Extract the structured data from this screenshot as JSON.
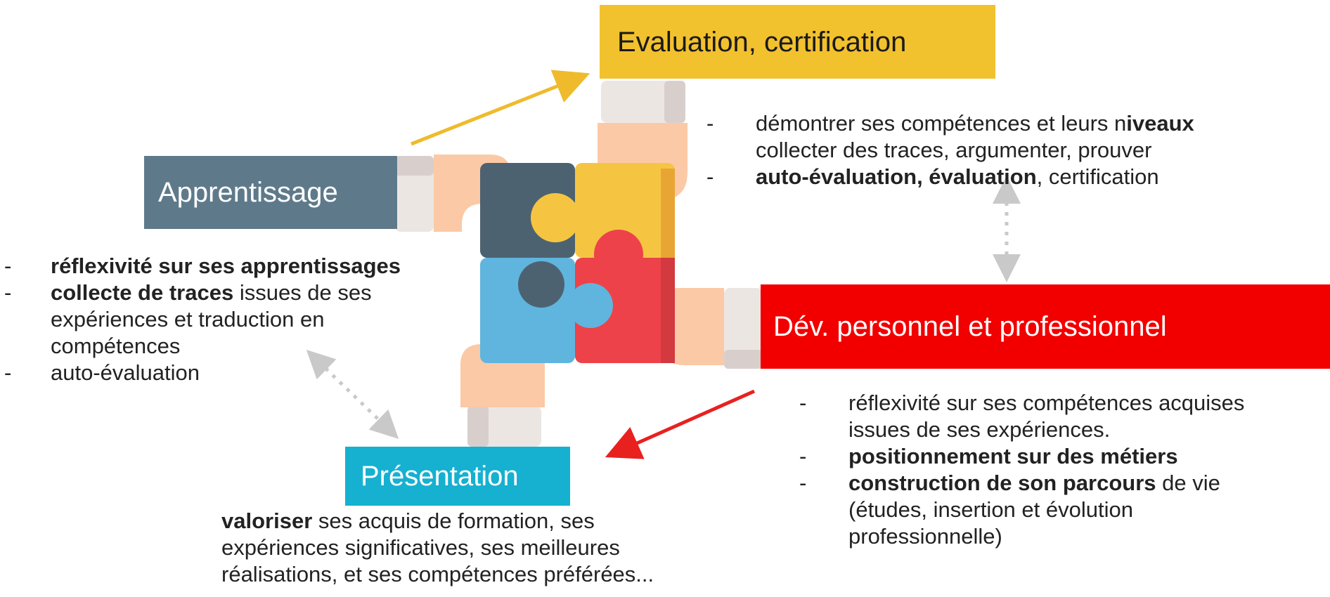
{
  "boxes": {
    "evaluation": "Evaluation, certification",
    "apprentissage": "Apprentissage",
    "dev": "Dév. personnel et professionnel",
    "presentation": "Présentation"
  },
  "evaluation_list": {
    "l1a": "démontrer ses compétences et leurs n",
    "l1b": "iveaux",
    "l2": "collecter des traces, argumenter, prouver",
    "l3a": "auto-évaluation, évaluation",
    "l3b": ", certification"
  },
  "apprentissage_list": {
    "l1": "réflexivité sur ses apprentissages",
    "l2a": "collecte de traces",
    "l2b": " issues de ses",
    "l2c": "expériences et traduction en",
    "l2d": "compétences",
    "l3": "auto-évaluation"
  },
  "dev_list": {
    "l1a": "réflexivité sur ses compétences acquises",
    "l1b": "issues de ses expériences.",
    "l2": "positionnement sur des métiers",
    "l3a": "construction de son parcours",
    "l3b": " de vie",
    "l3c": "(études, insertion et évolution",
    "l3d": "professionnelle)"
  },
  "presentation_text": {
    "l1a": "valoriser",
    "l1b": " ses acquis de formation, ses",
    "l2": "expériences significatives, ses meilleures",
    "l3": "réalisations, et ses compétences préférées..."
  },
  "dash": "-",
  "colors": {
    "evaluation": "#f2c12e",
    "apprentissage": "#5e7a8a",
    "dev": "#f20000",
    "presentation": "#16b0d0",
    "puzzle_dark": "#4d6270",
    "puzzle_yellow": "#f5c542",
    "puzzle_blue": "#5fb5de",
    "puzzle_red": "#ee424a",
    "skin": "#fbc9a5",
    "sleeve": "#ece6e3"
  }
}
